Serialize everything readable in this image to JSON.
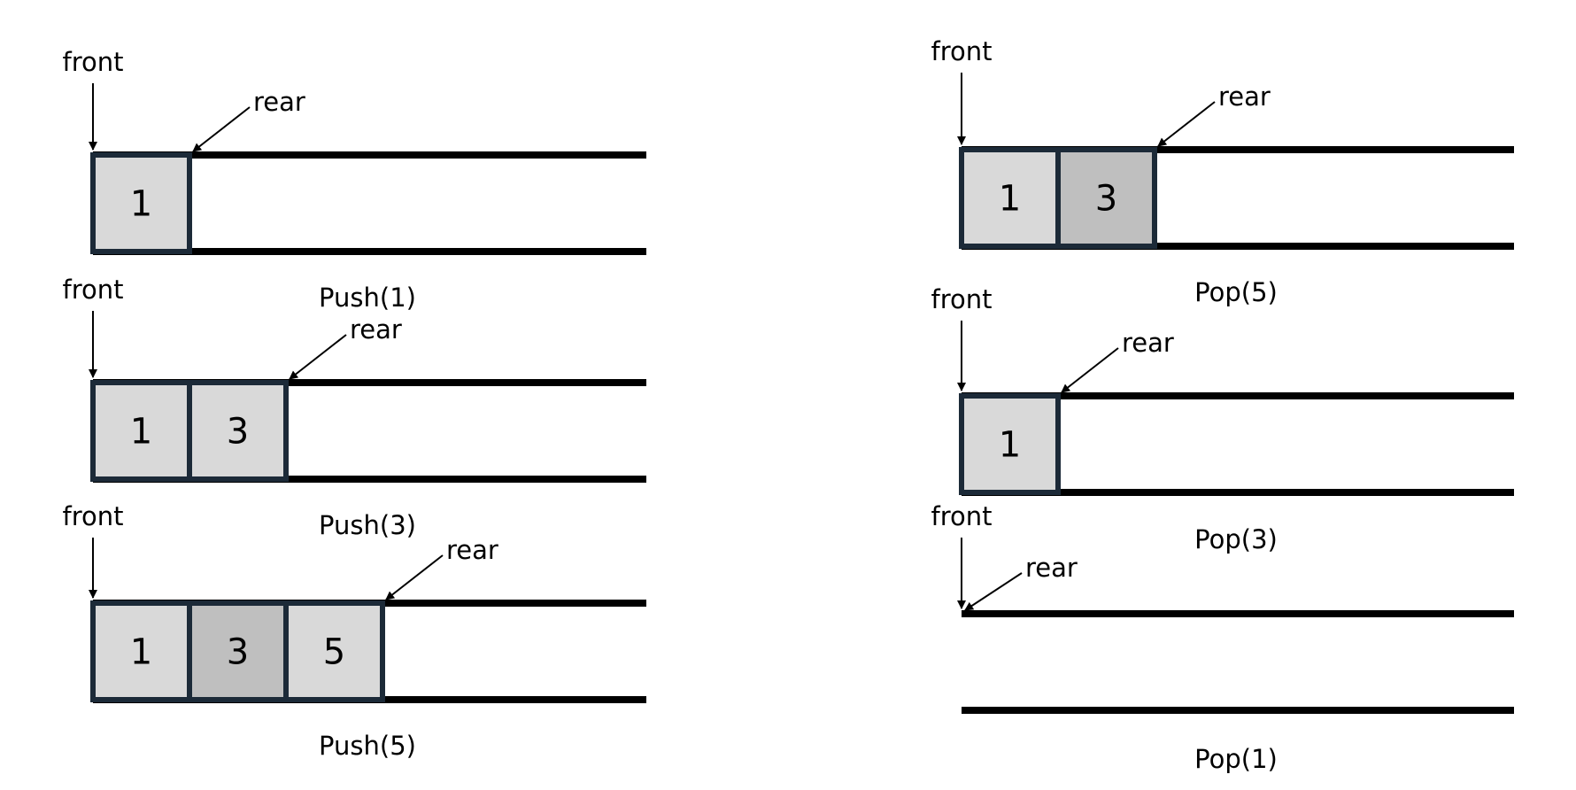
{
  "colors": {
    "rail": "#000000",
    "cell_border": "#1c2a38",
    "cell_light": "#d9d9d9",
    "cell_dark": "#bfbfbf",
    "arrow": "#000000"
  },
  "labels": {
    "front": "front",
    "rear": "rear"
  },
  "panels": [
    {
      "caption": "Push(1)",
      "cells": [
        {
          "value": "1",
          "shade": "light"
        }
      ]
    },
    {
      "caption": "Push(3)",
      "cells": [
        {
          "value": "1",
          "shade": "light"
        },
        {
          "value": "3",
          "shade": "light"
        }
      ]
    },
    {
      "caption": "Push(5)",
      "cells": [
        {
          "value": "1",
          "shade": "light"
        },
        {
          "value": "3",
          "shade": "dark"
        },
        {
          "value": "5",
          "shade": "light"
        }
      ]
    },
    {
      "caption": "Pop(5)",
      "cells": [
        {
          "value": "1",
          "shade": "light"
        },
        {
          "value": "3",
          "shade": "dark"
        }
      ]
    },
    {
      "caption": "Pop(3)",
      "cells": [
        {
          "value": "1",
          "shade": "light"
        }
      ]
    },
    {
      "caption": "Pop(1)",
      "cells": []
    }
  ]
}
